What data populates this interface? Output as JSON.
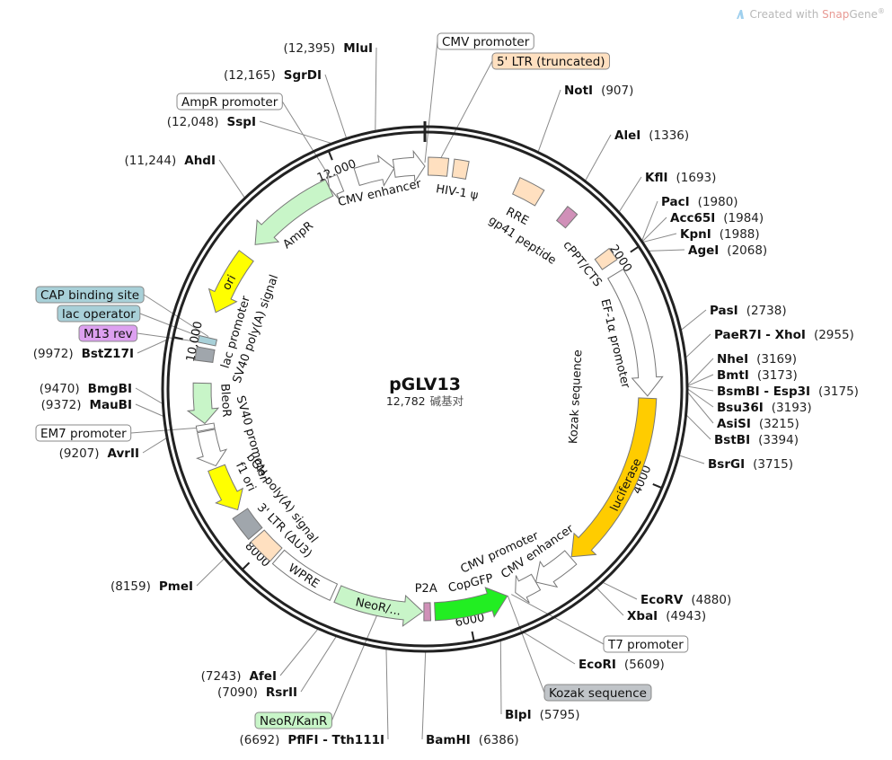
{
  "watermark": {
    "prefix": "Created with ",
    "brand_a": "Snap",
    "brand_b": "Gene",
    "mark": "®"
  },
  "plasmid": {
    "name": "pGLV13",
    "length_label": "12,782",
    "unit": "碱基对",
    "length": 12782
  },
  "colors": {
    "backbone": "#222222",
    "peach": "#ffe0c0",
    "lightgreen": "#c8f5c8",
    "yellow": "#ffff00",
    "orange": "#ffcc00",
    "green": "#22ee22",
    "gray": "#a0a6ac",
    "mauve": "#d090b8",
    "teal": "#a8d0d8",
    "purple": "#8844aa"
  },
  "ticks": [
    {
      "pos": 2000,
      "label": "2000"
    },
    {
      "pos": 4000,
      "label": "4000"
    },
    {
      "pos": 6000,
      "label": "6000"
    },
    {
      "pos": 8000,
      "label": "8000"
    },
    {
      "pos": 10000,
      "label": "10,000"
    },
    {
      "pos": 12000,
      "label": "12,000"
    }
  ],
  "features": [
    {
      "name": "CMV enhancer",
      "start": 12150,
      "end": 12500,
      "dir": 1,
      "color": "#ffffff"
    },
    {
      "name": "CMV promoter",
      "start": 12500,
      "end": 12782,
      "dir": 1,
      "color": "#ffffff"
    },
    {
      "name": "5' LTR (truncated)",
      "start": 30,
      "end": 210,
      "dir": 0,
      "color": "#ffe0c0"
    },
    {
      "name": "HIV-1 ψ",
      "start": 260,
      "end": 390,
      "dir": 0,
      "color": "#ffe0c0"
    },
    {
      "name": "RRE",
      "start": 860,
      "end": 1100,
      "dir": 0,
      "color": "#ffe0c0"
    },
    {
      "name": "gp41 peptide",
      "start": 1350,
      "end": 1460,
      "dir": 0,
      "color": "#d090b8"
    },
    {
      "name": "cPPT/CTS",
      "start": 1870,
      "end": 1990,
      "dir": 0,
      "color": "#ffe0c0"
    },
    {
      "name": "EF-1α promoter",
      "start": 2090,
      "end": 3260,
      "dir": 1,
      "color": "#ffffff"
    },
    {
      "name": "luciferase",
      "start": 3280,
      "end": 4930,
      "dir": 1,
      "color": "#ffcc00"
    },
    {
      "name": "CMV enhancer",
      "start": 4940,
      "end": 5330,
      "dir": 1,
      "color": "#ffffff"
    },
    {
      "name": "CMV promoter",
      "start": 5330,
      "end": 5540,
      "dir": 1,
      "color": "#ffffff"
    },
    {
      "name": "CopGFP",
      "start": 5620,
      "end": 6300,
      "dir": -1,
      "color": "#22ee22"
    },
    {
      "name": "P2A",
      "start": 6340,
      "end": 6400,
      "dir": 0,
      "color": "#d090b8"
    },
    {
      "name": "NeoR/...",
      "start": 6410,
      "end": 7210,
      "dir": -1,
      "color": "#c8f5c8"
    },
    {
      "name": "WPRE",
      "start": 7250,
      "end": 7850,
      "dir": 0,
      "color": "#ffffff"
    },
    {
      "name": "3' LTR (ΔU3)",
      "start": 7880,
      "end": 8120,
      "dir": 0,
      "color": "#ffe0c0"
    },
    {
      "name": "bGH poly(A) signal",
      "start": 8150,
      "end": 8380,
      "dir": 0,
      "color": "#a0a6ac"
    },
    {
      "name": "f1 ori",
      "start": 8420,
      "end": 8850,
      "dir": -1,
      "color": "#ffff00"
    },
    {
      "name": "SV40 promoter",
      "start": 8870,
      "end": 9200,
      "dir": -1,
      "color": "#ffffff"
    },
    {
      "name": "EM7 promoter",
      "start": 9210,
      "end": 9260,
      "dir": 0,
      "color": "#ffffff"
    },
    {
      "name": "BleoR",
      "start": 9270,
      "end": 9640,
      "dir": -1,
      "color": "#c8f5c8"
    },
    {
      "name": "SV40 poly(A) signal",
      "start": 9840,
      "end": 9960,
      "dir": 0,
      "color": "#a0a6ac"
    },
    {
      "name": "lac promoter",
      "start": 10000,
      "end": 10060,
      "dir": 0,
      "color": "#a8d0d8"
    },
    {
      "name": "ori",
      "start": 10300,
      "end": 10890,
      "dir": -1,
      "color": "#ffff00"
    },
    {
      "name": "AmpR",
      "start": 11020,
      "end": 11880,
      "dir": -1,
      "color": "#c8f5c8"
    },
    {
      "name": "AmpR promoter",
      "start": 11880,
      "end": 11990,
      "dir": -1,
      "color": "#ffffff"
    }
  ],
  "inner_labels": [
    {
      "text": "CMV enhancer"
    },
    {
      "text": "HIV-1 ψ"
    },
    {
      "text": "RRE"
    },
    {
      "text": "gp41 peptide"
    },
    {
      "text": "cPPT/CTS"
    },
    {
      "text": "EF-1α promoter"
    },
    {
      "text": "Kozak sequence"
    },
    {
      "text": "luciferase"
    },
    {
      "text": "CMV enhancer"
    },
    {
      "text": "CMV promoter"
    },
    {
      "text": "CopGFP"
    },
    {
      "text": "P2A"
    },
    {
      "text": "NeoR/..."
    },
    {
      "text": "WPRE"
    },
    {
      "text": "3' LTR (ΔU3)"
    },
    {
      "text": "bGH poly(A) signal"
    },
    {
      "text": "f1 ori"
    },
    {
      "text": "SV40 promoter"
    },
    {
      "text": "BleoR"
    },
    {
      "text": "SV40 poly(A) signal"
    },
    {
      "text": "lac promoter"
    },
    {
      "text": "ori"
    },
    {
      "text": "AmpR"
    }
  ],
  "enzymes_right": [
    {
      "name": "NotI",
      "pos": "(907)",
      "site": 907
    },
    {
      "name": "AleI",
      "pos": "(1336)",
      "site": 1336
    },
    {
      "name": "KflI",
      "pos": "(1693)",
      "site": 1693
    },
    {
      "name": "PacI",
      "pos": "(1980)",
      "site": 1980
    },
    {
      "name": "Acc65I",
      "pos": "(1984)",
      "site": 1984
    },
    {
      "name": "KpnI",
      "pos": "(1988)",
      "site": 1988
    },
    {
      "name": "AgeI",
      "pos": "(2068)",
      "site": 2068
    },
    {
      "name": "PasI",
      "pos": "(2738)",
      "site": 2738
    },
    {
      "name": "PaeR7I - XhoI",
      "pos": "(2955)",
      "site": 2955
    },
    {
      "name": "NheI",
      "pos": "(3169)",
      "site": 3169
    },
    {
      "name": "BmtI",
      "pos": "(3173)",
      "site": 3173
    },
    {
      "name": "BsmBI - Esp3I",
      "pos": "(3175)",
      "site": 3175
    },
    {
      "name": "Bsu36I",
      "pos": "(3193)",
      "site": 3193
    },
    {
      "name": "AsiSI",
      "pos": "(3215)",
      "site": 3215
    },
    {
      "name": "BstBI",
      "pos": "(3394)",
      "site": 3394
    },
    {
      "name": "BsrGI",
      "pos": "(3715)",
      "site": 3715
    },
    {
      "name": "EcoRV",
      "pos": "(4880)",
      "site": 4880
    },
    {
      "name": "XbaI",
      "pos": "(4943)",
      "site": 4943
    },
    {
      "name": "EcoRI",
      "pos": "(5609)",
      "site": 5609
    },
    {
      "name": "BlpI",
      "pos": "(5795)",
      "site": 5795
    },
    {
      "name": "BamHI",
      "pos": "(6386)",
      "site": 6386
    }
  ],
  "enzymes_left": [
    {
      "name": "MluI",
      "pos": "(12,395)",
      "site": 12395
    },
    {
      "name": "SgrDI",
      "pos": "(12,165)",
      "site": 12165
    },
    {
      "name": "SspI",
      "pos": "(12,048)",
      "site": 12048
    },
    {
      "name": "AhdI",
      "pos": "(11,244)",
      "site": 11244
    },
    {
      "name": "BstZ17I",
      "pos": "(9972)",
      "site": 9972
    },
    {
      "name": "BmgBI",
      "pos": "(9470)",
      "site": 9470
    },
    {
      "name": "MauBI",
      "pos": "(9372)",
      "site": 9372
    },
    {
      "name": "AvrII",
      "pos": "(9207)",
      "site": 9207
    },
    {
      "name": "PmeI",
      "pos": "(8159)",
      "site": 8159
    },
    {
      "name": "AfeI",
      "pos": "(7243)",
      "site": 7243
    },
    {
      "name": "RsrII",
      "pos": "(7090)",
      "site": 7090
    },
    {
      "name": "PflFI - Tth111I",
      "pos": "(6692)",
      "site": 6692
    }
  ],
  "boxed_labels": [
    {
      "text": "CMV promoter",
      "fill": "#ffffff",
      "site": 12782
    },
    {
      "text": "5' LTR (truncated)",
      "fill": "#ffe0c0",
      "site": 120
    },
    {
      "text": "AmpR promoter",
      "fill": "#ffffff",
      "site": 11930
    },
    {
      "text": "CAP binding site",
      "fill": "#a8d0d8",
      "site": 10070
    },
    {
      "text": "lac operator",
      "fill": "#a8d0d8",
      "site": 10040
    },
    {
      "text": "M13 rev",
      "fill": "#dda0f0",
      "site": 10010
    },
    {
      "text": "EM7 promoter",
      "fill": "#ffffff",
      "site": 9235
    },
    {
      "text": "NeoR/KanR",
      "fill": "#c8f5c8",
      "site": 6800
    },
    {
      "text": "T7 promoter",
      "fill": "#ffffff",
      "site": 5580
    },
    {
      "text": "Kozak sequence",
      "fill": "#c0c4c8",
      "site": 5615
    }
  ]
}
